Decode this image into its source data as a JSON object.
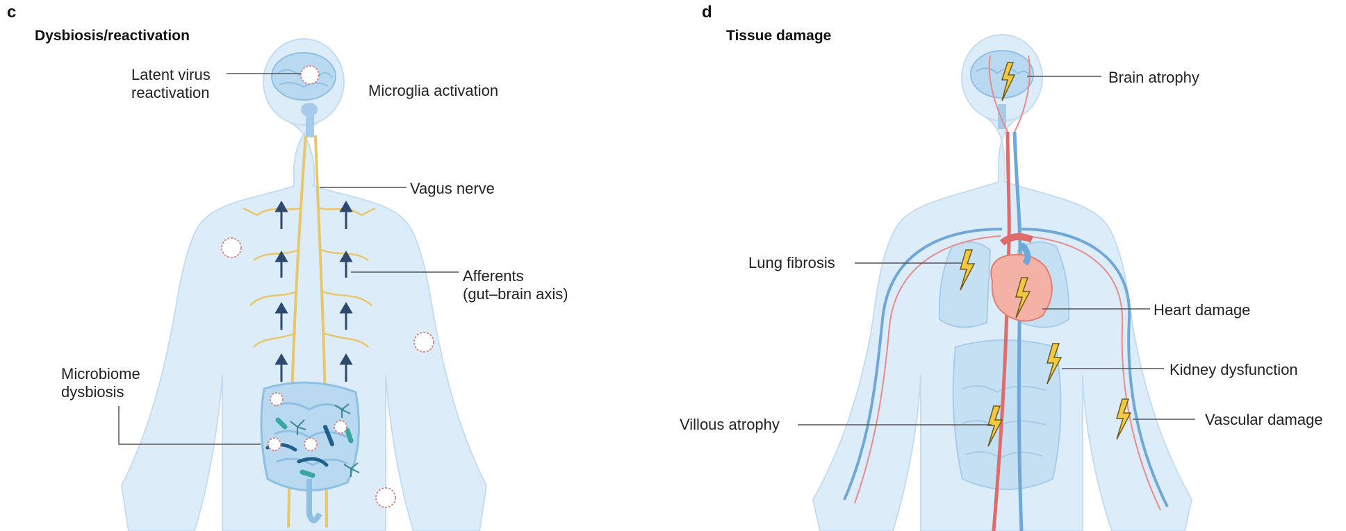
{
  "panels": {
    "c": {
      "letter": "c",
      "title": "Dysbiosis/reactivation",
      "labels": {
        "latent_line1": "Latent virus",
        "latent_line2": "reactivation",
        "microglia": "Microglia activation",
        "vagus": "Vagus nerve",
        "afferents_line1": "Afferents",
        "afferents_line2": "(gut–brain axis)",
        "microbiome_line1": "Microbiome",
        "microbiome_line2": "dysbiosis"
      }
    },
    "d": {
      "letter": "d",
      "title": "Tissue damage",
      "labels": {
        "brain_atrophy": "Brain atrophy",
        "lung_fibrosis": "Lung fibrosis",
        "heart_damage": "Heart damage",
        "kidney_dysfunction": "Kidney dysfunction",
        "villous_atrophy": "Villous atrophy",
        "vascular_damage": "Vascular damage"
      }
    }
  },
  "colors": {
    "body": "#dcecf8",
    "body_edge": "#c4ddf0",
    "brain": "#b9d9f0",
    "nerve": "#e8c76a",
    "arrow": "#2c4a6e",
    "virus": "#d98a8a",
    "artery": "#e06b6b",
    "vein": "#6fa8d8",
    "heart": "#f4b2a6",
    "bolt": "#f5c842",
    "bolt_edge": "#6b5a1a",
    "leader": "#555555"
  }
}
